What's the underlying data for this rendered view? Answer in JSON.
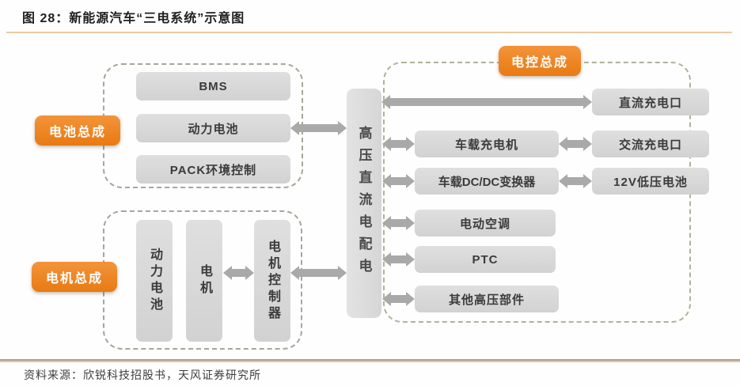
{
  "header": {
    "title": "图 28：新能源汽车“三电系统”示意图"
  },
  "footer": {
    "source": "资料来源：欣锐科技招股书，天风证券研究所"
  },
  "colors": {
    "accent_orange": "#ee8122",
    "node_gray": "#d9d9d9",
    "arrow_gray": "#a9a9a9",
    "dashed_border": "#a6a69b",
    "title_underline": "#eecaa4"
  },
  "diagram": {
    "battery_group": {
      "label": "电池总成",
      "items": [
        "BMS",
        "动力电池",
        "PACK环境控制"
      ]
    },
    "motor_group": {
      "label": "电机总成",
      "items": [
        "动力电池",
        "电机",
        "电机控制器"
      ]
    },
    "hv_bus": {
      "label": "高压直流电配电"
    },
    "control_group": {
      "label": "电控总成",
      "left_column": [
        "车载充电机",
        "车载DC/DC变换器",
        "电动空调",
        "PTC",
        "其他高压部件"
      ],
      "right_column": [
        "直流充电口",
        "交流充电口",
        "12V低压电池"
      ]
    }
  }
}
